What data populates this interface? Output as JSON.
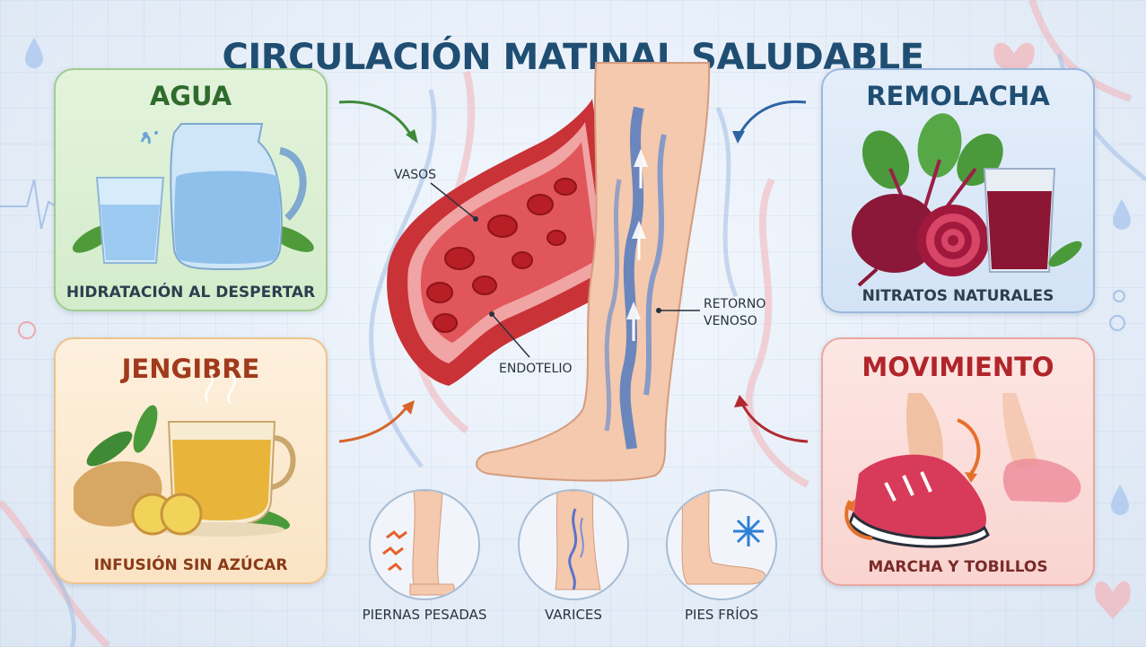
{
  "title": "CIRCULACIÓN MATINAL SALUDABLE",
  "cards": {
    "agua": {
      "title": "AGUA",
      "subtitle": "HIDRATACIÓN AL DESPERTAR",
      "color": "#2e6b2c"
    },
    "remolacha": {
      "title": "REMOLACHA",
      "subtitle": "NITRATOS NATURALES",
      "color": "#1f4e72"
    },
    "jengibre": {
      "title": "JENGIBRE",
      "subtitle": "INFUSIÓN SIN AZÚCAR",
      "color": "#a13a1c"
    },
    "movimiento": {
      "title": "MOVIMIENTO",
      "subtitle": "MARCHA Y TOBILLOS",
      "color": "#b0252a"
    }
  },
  "labels": {
    "vasos": "VASOS",
    "endotelio": "ENDOTELIO",
    "retorno_line1": "RETORNO",
    "retorno_line2": "VENOSO"
  },
  "symptoms": [
    {
      "label": "PIERNAS PESADAS"
    },
    {
      "label": "VARICES"
    },
    {
      "label": "PIES FRÍOS"
    }
  ],
  "colors": {
    "blood": "#d33a3a",
    "vein": "#3d6fc2",
    "skin": "#f4c9ae",
    "title": "#1f4e72"
  }
}
